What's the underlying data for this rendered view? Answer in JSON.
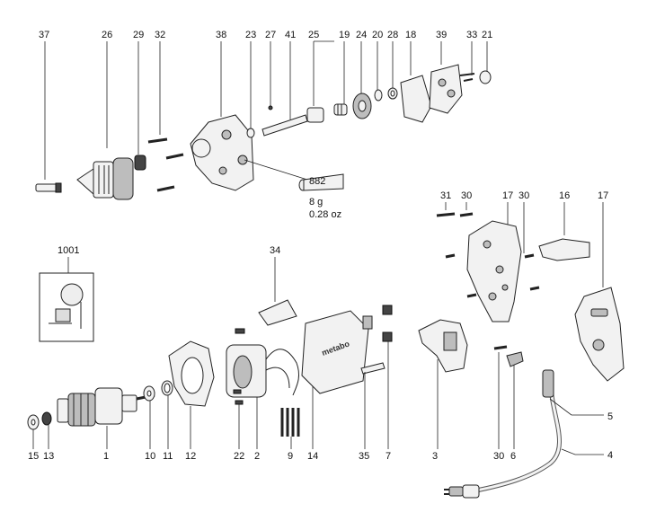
{
  "labels": {
    "l37": "37",
    "l26": "26",
    "l29": "29",
    "l32": "32",
    "l38": "38",
    "l23": "23",
    "l27": "27",
    "l41": "41",
    "l25": "25",
    "l19": "19",
    "l24": "24",
    "l20": "20",
    "l28": "28",
    "l18": "18",
    "l39": "39",
    "l33": "33",
    "l21": "21",
    "l31": "31",
    "l30a": "30",
    "l17a": "17",
    "l30b": "30",
    "l16": "16",
    "l17b": "17",
    "l1001": "1001",
    "l34": "34",
    "l5": "5",
    "l4": "4",
    "l15": "15",
    "l13": "13",
    "l1": "1",
    "l10": "10",
    "l11": "11",
    "l12": "12",
    "l22": "22",
    "l2": "2",
    "l9": "9",
    "l14": "14",
    "l35": "35",
    "l7": "7",
    "l3": "3",
    "l30c": "30",
    "l6": "6"
  },
  "grease": {
    "code": "882",
    "weight_g": "8 g",
    "weight_oz": "0.28 oz"
  },
  "housing_brand": "metabo"
}
